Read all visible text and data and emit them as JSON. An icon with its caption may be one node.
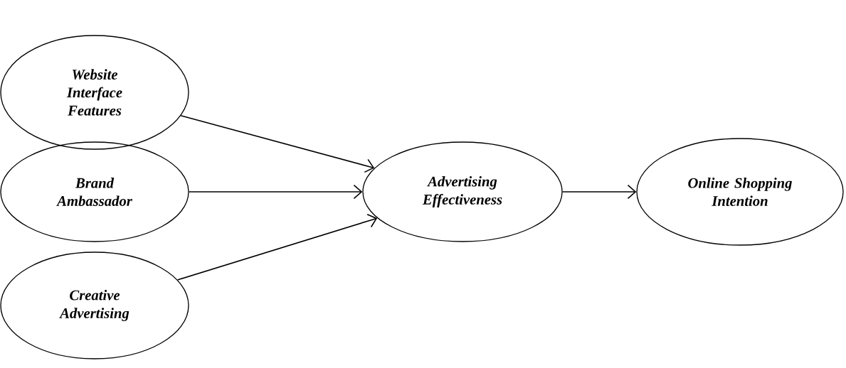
{
  "diagram": {
    "nodes": [
      {
        "text": [
          "Website Interface Features"
        ]
      },
      {
        "text": [
          "Brand Ambassador"
        ]
      },
      {
        "text": [
          "Creative Advertising"
        ]
      },
      {
        "text": [
          "Advertising Effectiveness"
        ]
      },
      {
        "text": [
          "Online Shopping Intention"
        ]
      }
    ],
    "edges": [
      {
        "from": 0,
        "to": 3,
        "arrow": "to"
      },
      {
        "from": 1,
        "to": 3,
        "arrow": "to"
      },
      {
        "from": 2,
        "to": 3,
        "arrow": "to"
      },
      {
        "from": 3,
        "to": 4,
        "arrow": "to"
      }
    ]
  }
}
